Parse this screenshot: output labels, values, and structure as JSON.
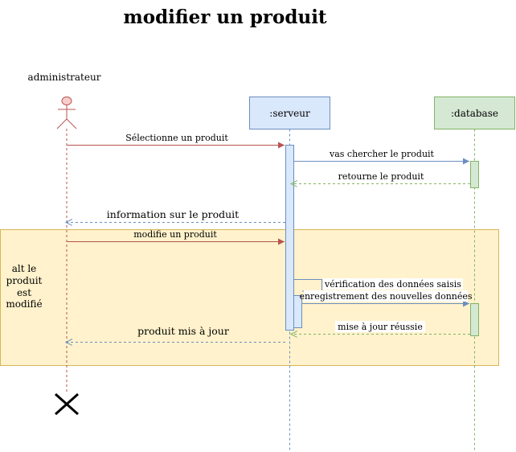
{
  "title": "modifier un produit",
  "participants": {
    "admin": {
      "label": "administrateur"
    },
    "serveur": {
      "label": ":serveur",
      "fill": "#dae8fc",
      "stroke": "#6c8ebf"
    },
    "database": {
      "label": ":database",
      "fill": "#d5e8d4",
      "stroke": "#82b366"
    }
  },
  "actor_color": {
    "fill": "#f8cecc",
    "stroke": "#b85450"
  },
  "messages": {
    "m1": "Sélectionne un produit",
    "m2": "vas chercher le produit",
    "m3": "retourne le produit",
    "m4": "information sur le produit",
    "m5": "modifie un produit",
    "m6": "vérification des données saisis",
    "m7": "enregistrement des nouvelles données",
    "m8": "mise  à jour réussie",
    "m9": "produit mis à jour"
  },
  "alt_fragment": {
    "lines": [
      "alt le",
      "produit",
      "est",
      "modifié"
    ],
    "fill": "#fff2cc",
    "stroke": "#d6b656"
  },
  "colors": {
    "request_arrow": "#b85450",
    "server_arrow": "#6c8ebf",
    "db_return": "#82b366"
  }
}
